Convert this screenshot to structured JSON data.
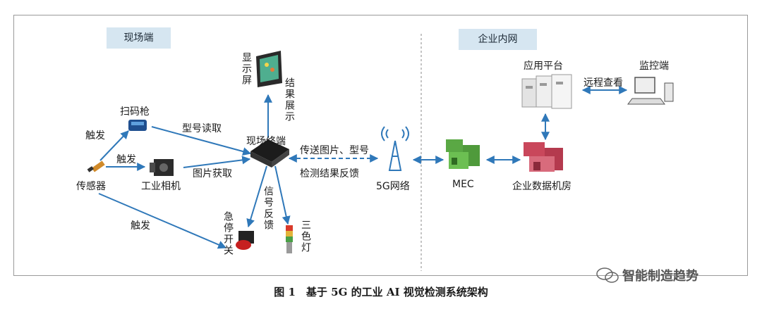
{
  "diagram": {
    "section_left": "现场端",
    "section_right": "企业内网",
    "nodes": {
      "display": "显示屏",
      "scanner": "扫码枪",
      "camera": "工业相机",
      "sensor": "传感器",
      "terminal": "现场终端",
      "estop": "急停开关",
      "tower_light": "三色灯",
      "network": "5G网络",
      "mec": "MEC",
      "datacenter": "企业数据机房",
      "platform": "应用平台",
      "monitor": "监控端"
    },
    "edges": {
      "result_display": "结果展示",
      "model_read": "型号读取",
      "image_capture": "图片获取",
      "trigger1": "触发",
      "trigger2": "触发",
      "trigger3": "触发",
      "signal_feedback": "信号反馈",
      "send": "传送图片、型号",
      "feedback": "检测结果反馈",
      "remote_view": "远程查看"
    },
    "caption": "图 1　基于 5G 的工业 AI 视觉检测系统架构",
    "watermark": "智能制造趋势",
    "colors": {
      "arrow": "#2f78b9",
      "label_bg": "#d6e6f1",
      "mec": "#4f9a3b",
      "datacenter": "#c9475b"
    }
  }
}
